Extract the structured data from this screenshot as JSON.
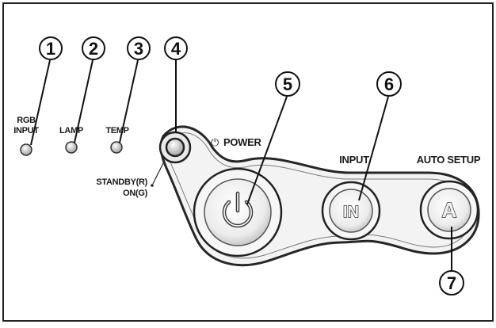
{
  "indicators": {
    "rgb_input": [
      "RGB",
      "INPUT"
    ],
    "lamp": "LAMP",
    "temp": "TEMP",
    "standby": [
      "STANDBY(R)",
      "ON(G)"
    ]
  },
  "buttons": {
    "power_label": "POWER",
    "power_symbol": "⏻",
    "input_label": "INPUT",
    "input_glyph": "IN",
    "auto_setup_label": "AUTO SETUP",
    "auto_setup_glyph": "A"
  },
  "callouts": [
    "1",
    "2",
    "3",
    "4",
    "5",
    "6",
    "7"
  ]
}
